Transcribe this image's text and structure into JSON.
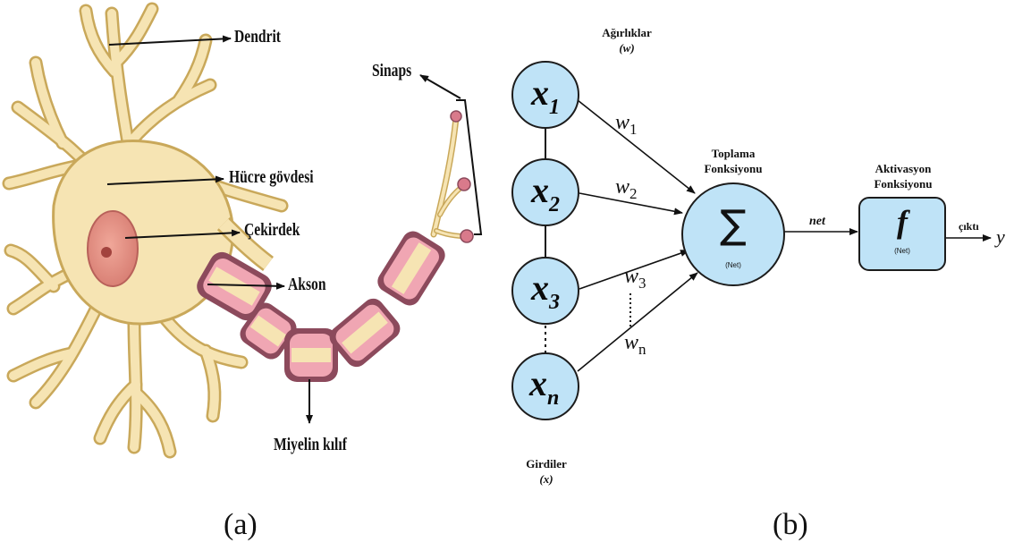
{
  "panel_a": {
    "caption": "(a)",
    "labels": {
      "dendrite": "Dendrit",
      "cell_body": "Hücre gövdesi",
      "nucleus": "Çekirdek",
      "axon": "Akson",
      "myelin": "Miyelin kılıf",
      "synapse": "Sinaps"
    }
  },
  "panel_b": {
    "caption": "(b)",
    "weights_header": "Ağırlıklar",
    "weights_symbol": "(w)",
    "inputs_header": "Girdiler",
    "inputs_symbol": "(x)",
    "inputs": [
      {
        "var": "x",
        "sub": "1"
      },
      {
        "var": "x",
        "sub": "2"
      },
      {
        "var": "x",
        "sub": "3"
      },
      {
        "var": "x",
        "sub": "n"
      }
    ],
    "weights": [
      {
        "var": "w",
        "sub": "1"
      },
      {
        "var": "w",
        "sub": "2"
      },
      {
        "var": "w",
        "sub": "3"
      },
      {
        "var": "w",
        "sub": "n"
      }
    ],
    "summation_title_1": "Toplama",
    "summation_title_2": "Fonksiyonu",
    "summation_symbol": "∑",
    "summation_sub": "(Net)",
    "net_label": "net",
    "activation_title_1": "Aktivasyon",
    "activation_title_2": "Fonksiyonu",
    "activation_symbol": "f",
    "activation_sub": "(Net)",
    "output_label": "çıktı",
    "output_symbol": "y"
  },
  "colors": {
    "node_fill": "#bfe3f7",
    "node_stroke": "#1c1c1c",
    "neuron_body": "#f3dca1",
    "neuron_outline": "#c9a85a",
    "nucleus": "#e7958b",
    "myelin_outer": "#8c4a5c",
    "myelin_inner": "#f0a6b3"
  }
}
